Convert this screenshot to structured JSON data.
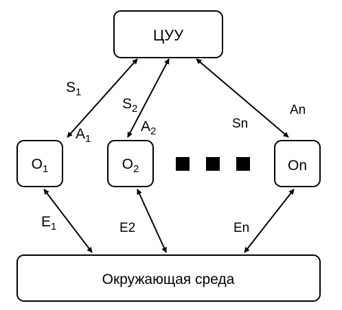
{
  "nodes": {
    "center": {
      "label": "ЦУУ"
    },
    "objects": [
      {
        "label": "O",
        "sub": "1"
      },
      {
        "label": "O",
        "sub": "2"
      },
      {
        "label": "On",
        "sub": ""
      }
    ],
    "environment": {
      "label": "Окружающая среда"
    }
  },
  "edge_labels": {
    "s1": {
      "main": "S",
      "sub": "1"
    },
    "s2": {
      "main": "S",
      "sub": "2"
    },
    "sn": {
      "main": "Sn",
      "sub": ""
    },
    "a1": {
      "main": "A",
      "sub": "1"
    },
    "a2": {
      "main": "A",
      "sub": "2"
    },
    "an": {
      "main": "An",
      "sub": ""
    },
    "e1": {
      "main": "E",
      "sub": "1"
    },
    "e2": {
      "main": "E2",
      "sub": ""
    },
    "en": {
      "main": "En",
      "sub": ""
    }
  },
  "colors": {
    "stroke": "#000000",
    "background": "#ffffff"
  }
}
